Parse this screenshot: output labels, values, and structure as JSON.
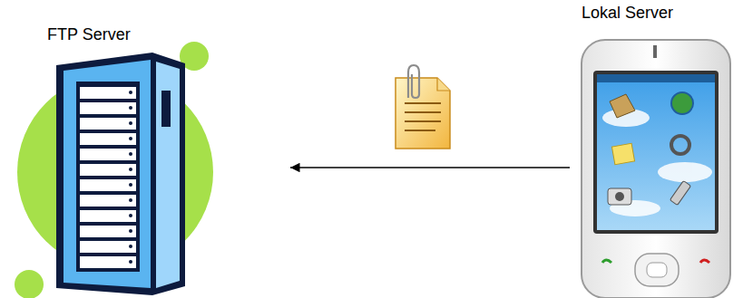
{
  "diagram": {
    "nodes": [
      {
        "text": [
          "FTP Server"
        ]
      },
      {
        "text": [
          "Lokal Server"
        ]
      }
    ],
    "edges": [
      {
        "from": 1,
        "to": 0,
        "arrow": "to"
      }
    ]
  }
}
